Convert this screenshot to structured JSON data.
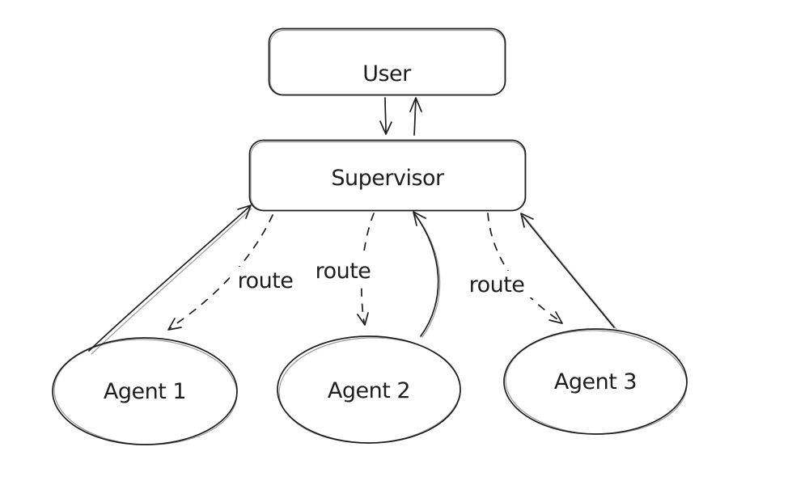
{
  "diagram": {
    "type": "flowchart",
    "nodes": {
      "user": {
        "label": "User",
        "shape": "rounded-rectangle"
      },
      "supervisor": {
        "label": "Supervisor",
        "shape": "rounded-rectangle"
      },
      "agent1": {
        "label": "Agent 1",
        "shape": "ellipse"
      },
      "agent2": {
        "label": "Agent 2",
        "shape": "ellipse"
      },
      "agent3": {
        "label": "Agent 3",
        "shape": "ellipse"
      }
    },
    "edges": [
      {
        "from": "user",
        "to": "supervisor",
        "style": "solid"
      },
      {
        "from": "supervisor",
        "to": "user",
        "style": "solid"
      },
      {
        "from": "supervisor",
        "to": "agent1",
        "style": "dashed",
        "label": "route"
      },
      {
        "from": "agent1",
        "to": "supervisor",
        "style": "solid"
      },
      {
        "from": "supervisor",
        "to": "agent2",
        "style": "dashed",
        "label": "route"
      },
      {
        "from": "agent2",
        "to": "supervisor",
        "style": "solid"
      },
      {
        "from": "supervisor",
        "to": "agent3",
        "style": "dashed",
        "label": "route"
      },
      {
        "from": "agent3",
        "to": "supervisor",
        "style": "solid"
      }
    ],
    "colors": {
      "stroke": "#1e1e1e",
      "background": "#ffffff"
    }
  }
}
